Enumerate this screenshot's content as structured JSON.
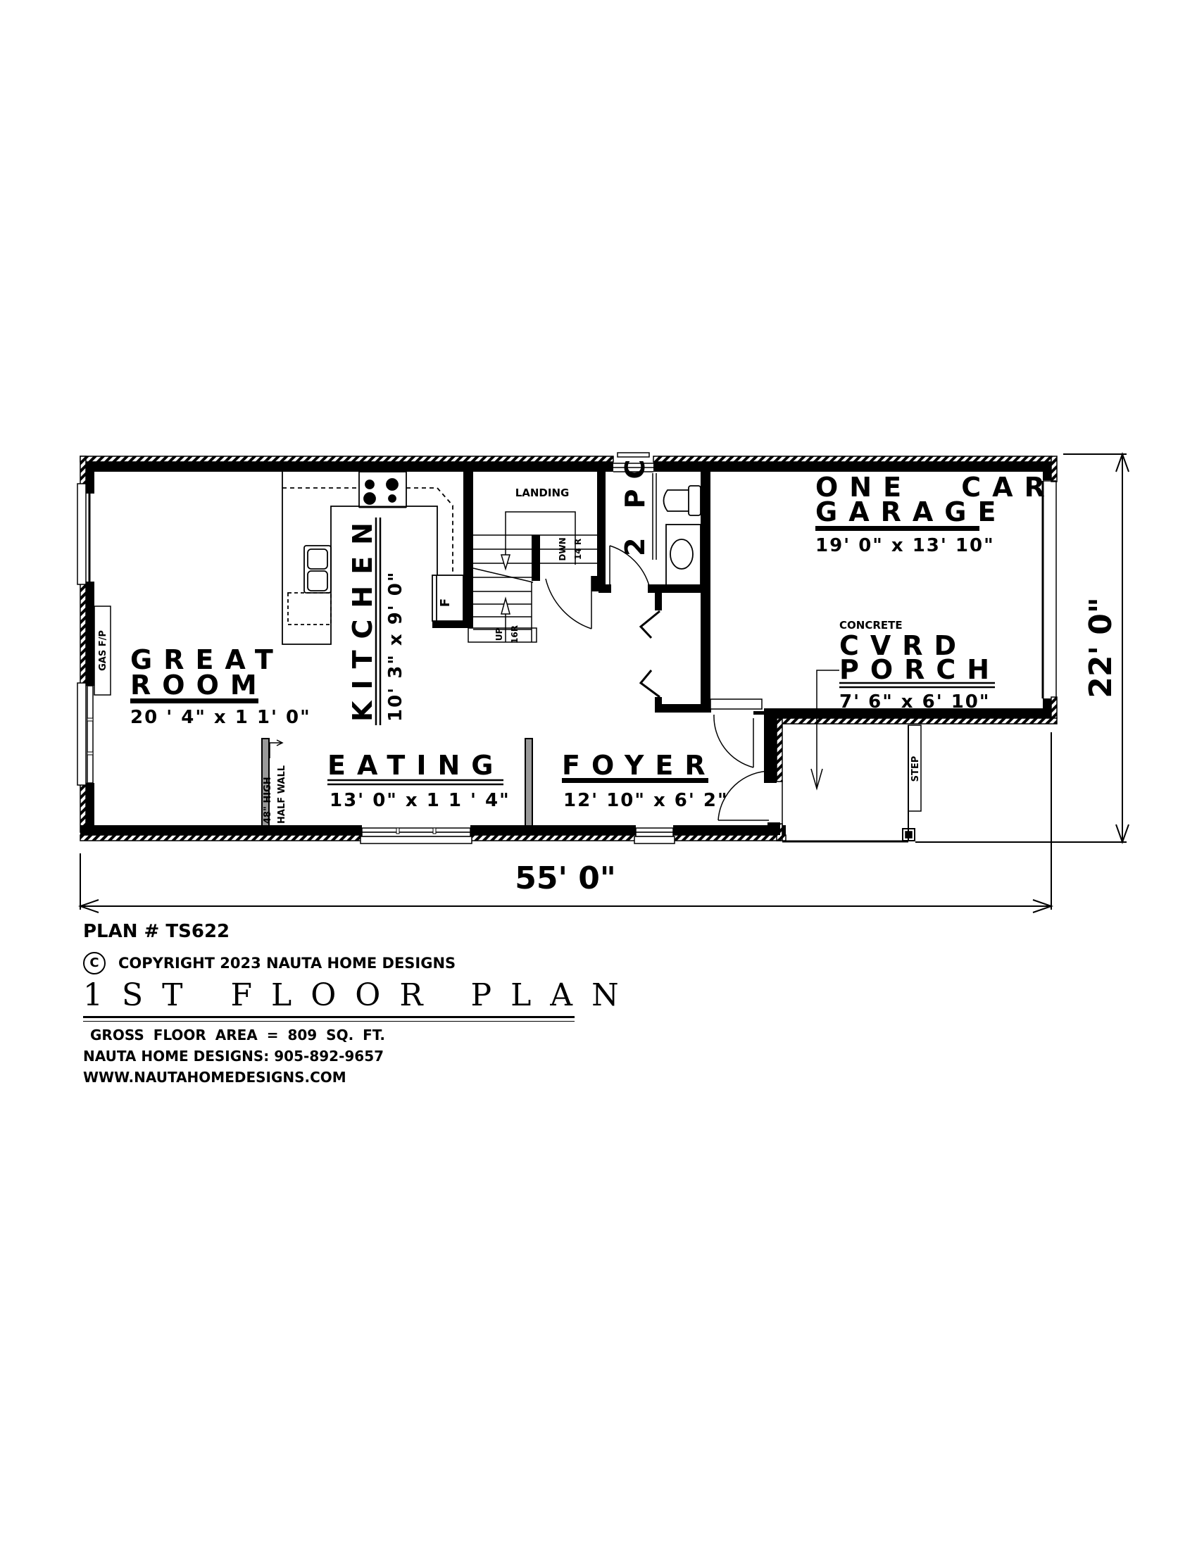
{
  "plan": {
    "rooms": [
      {
        "id": "great-room",
        "name_line1": "GREAT",
        "name_line2": "ROOM",
        "size": "20 ' 4\" x 1 1' 0\""
      },
      {
        "id": "kitchen",
        "name": "KITCHEN",
        "size": "10' 3\" x 9' 0\""
      },
      {
        "id": "eating",
        "name": "EATING",
        "size": "13' 0\" x 1 1 ' 4\""
      },
      {
        "id": "foyer",
        "name": "FOYER",
        "size": "12' 10\" x 6' 2\""
      },
      {
        "id": "garage",
        "name_line1": "ONE CAR",
        "name_line2": "GARAGE",
        "size": "19' 0\" x 13' 10\""
      },
      {
        "id": "porch",
        "note": "CONCRETE",
        "name_line1": "CVRD",
        "name_line2": "PORCH",
        "size": "7' 6\" x 6' 10\""
      },
      {
        "id": "powder",
        "name": "2 PC"
      }
    ],
    "labels": {
      "landing": "LANDING",
      "stair_down": "DWN",
      "stair_down_risers": "14 R",
      "stair_up": "UP",
      "stair_up_risers": "16R",
      "fireplace": "GAS F/P",
      "fridge": "F",
      "half_wall_line1": "48\" HIGH",
      "half_wall_line2": "HALF WALL",
      "step": "STEP"
    },
    "dimensions": {
      "width": "55' 0\"",
      "depth": "22' 0\""
    }
  },
  "info": {
    "plan_number": "PLAN # TS622",
    "copyright_symbol": "C",
    "copyright": "COPYRIGHT 2023 NAUTA HOME DESIGNS",
    "title": "1ST FLOOR PLAN",
    "gross_area": "GROSS  FLOOR AREA   =   809   SQ. FT.",
    "phone": "NAUTA HOME DESIGNS:  905-892-9657",
    "website": "WWW.NAUTAHOMEDESIGNS.COM"
  }
}
